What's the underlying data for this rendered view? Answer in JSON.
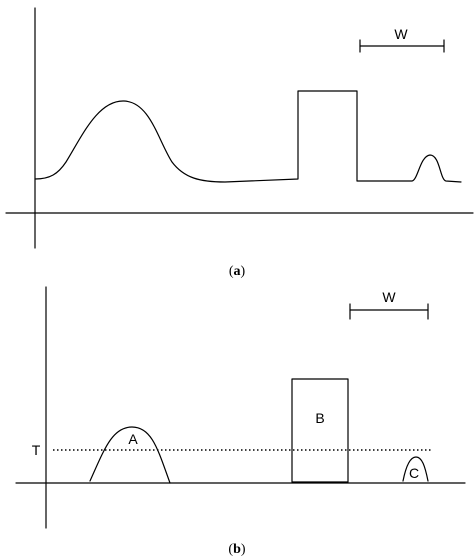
{
  "panel_a": {
    "caption_open": "(",
    "caption_letter": "a",
    "caption_close": ")",
    "window_label": "W"
  },
  "panel_b": {
    "caption_open": "(",
    "caption_letter": "b",
    "caption_close": ")",
    "window_label": "W",
    "threshold_label": "T",
    "region_labels": [
      "A",
      "B",
      "C"
    ]
  }
}
